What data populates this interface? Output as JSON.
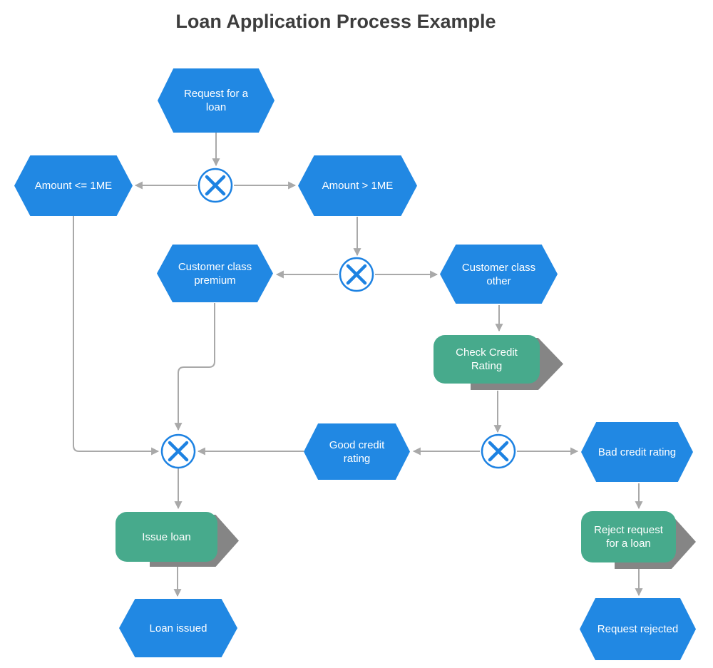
{
  "title": "Loan Application Process Example",
  "colors": {
    "background": "#ffffff",
    "hexagon_fill": "#2188e3",
    "process_fill": "#47aa8c",
    "process_shadow": "#858585",
    "gateway_stroke": "#1d82e2",
    "connector": "#a9a9a9",
    "title_text": "#3d3d3d",
    "node_text": "#ffffff"
  },
  "diagram": {
    "nodes": [
      {
        "id": "request-loan",
        "type": "hexagon-event",
        "label": "Request for a loan"
      },
      {
        "id": "amount-lte-1me",
        "type": "hexagon-event",
        "label": "Amount <= 1ME"
      },
      {
        "id": "amount-gt-1me",
        "type": "hexagon-event",
        "label": "Amount > 1ME"
      },
      {
        "id": "customer-class-premium",
        "type": "hexagon-event",
        "label": "Customer class premium"
      },
      {
        "id": "customer-class-other",
        "type": "hexagon-event",
        "label": "Customer class other"
      },
      {
        "id": "check-credit-rating",
        "type": "process-task",
        "label": "Check Credit Rating"
      },
      {
        "id": "good-credit-rating",
        "type": "hexagon-event",
        "label": "Good credit rating"
      },
      {
        "id": "bad-credit-rating",
        "type": "hexagon-event",
        "label": "Bad credit rating"
      },
      {
        "id": "issue-loan",
        "type": "process-task",
        "label": "Issue loan"
      },
      {
        "id": "reject-request-for-a-loan",
        "type": "process-task",
        "label": "Reject request for a loan"
      },
      {
        "id": "loan-issued",
        "type": "hexagon-event",
        "label": "Loan issued"
      },
      {
        "id": "request-rejected",
        "type": "hexagon-event",
        "label": "Request rejected"
      }
    ],
    "gateways": [
      {
        "id": "xor-gateway-1",
        "type": "xor"
      },
      {
        "id": "xor-gateway-2",
        "type": "xor"
      },
      {
        "id": "xor-gateway-3",
        "type": "xor"
      },
      {
        "id": "xor-gateway-4",
        "type": "xor"
      }
    ],
    "edges": [
      {
        "from": "request-loan",
        "to": "xor-gateway-1"
      },
      {
        "from": "xor-gateway-1",
        "to": "amount-lte-1me"
      },
      {
        "from": "xor-gateway-1",
        "to": "amount-gt-1me"
      },
      {
        "from": "amount-gt-1me",
        "to": "xor-gateway-2"
      },
      {
        "from": "xor-gateway-2",
        "to": "customer-class-premium"
      },
      {
        "from": "xor-gateway-2",
        "to": "customer-class-other"
      },
      {
        "from": "customer-class-other",
        "to": "check-credit-rating"
      },
      {
        "from": "check-credit-rating",
        "to": "xor-gateway-4"
      },
      {
        "from": "xor-gateway-4",
        "to": "good-credit-rating"
      },
      {
        "from": "xor-gateway-4",
        "to": "bad-credit-rating"
      },
      {
        "from": "good-credit-rating",
        "to": "xor-gateway-3"
      },
      {
        "from": "customer-class-premium",
        "to": "xor-gateway-3"
      },
      {
        "from": "amount-lte-1me",
        "to": "xor-gateway-3"
      },
      {
        "from": "xor-gateway-3",
        "to": "issue-loan"
      },
      {
        "from": "issue-loan",
        "to": "loan-issued"
      },
      {
        "from": "bad-credit-rating",
        "to": "reject-request-for-a-loan"
      },
      {
        "from": "reject-request-for-a-loan",
        "to": "request-rejected"
      }
    ]
  }
}
